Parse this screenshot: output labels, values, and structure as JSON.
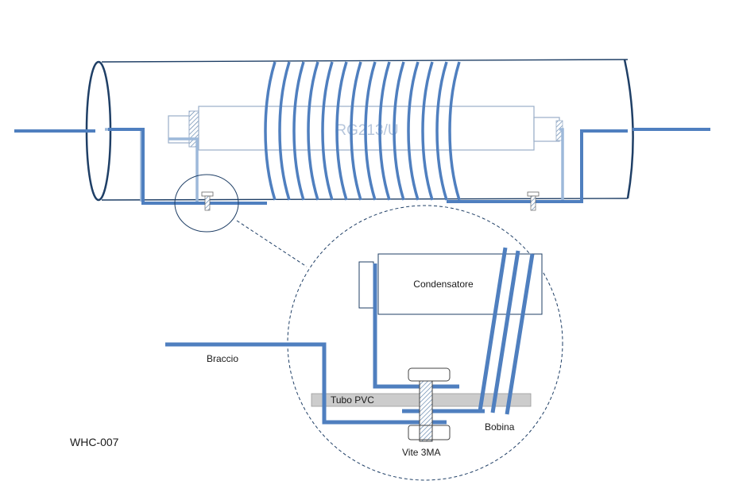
{
  "labels": {
    "cable": "RG213/U",
    "capacitor": "Condensatore",
    "arm": "Braccio",
    "pvc_tube": "Tubo PVC",
    "coil": "Bobina",
    "screw": "Vite 3MA",
    "code": "WHC-007"
  },
  "colors": {
    "wire": "#4f7fbf",
    "wire_light": "#9db9da",
    "outline": "#1f3f66",
    "cable_text": "#b6c6dc",
    "tube_fill": "#cccccc"
  }
}
